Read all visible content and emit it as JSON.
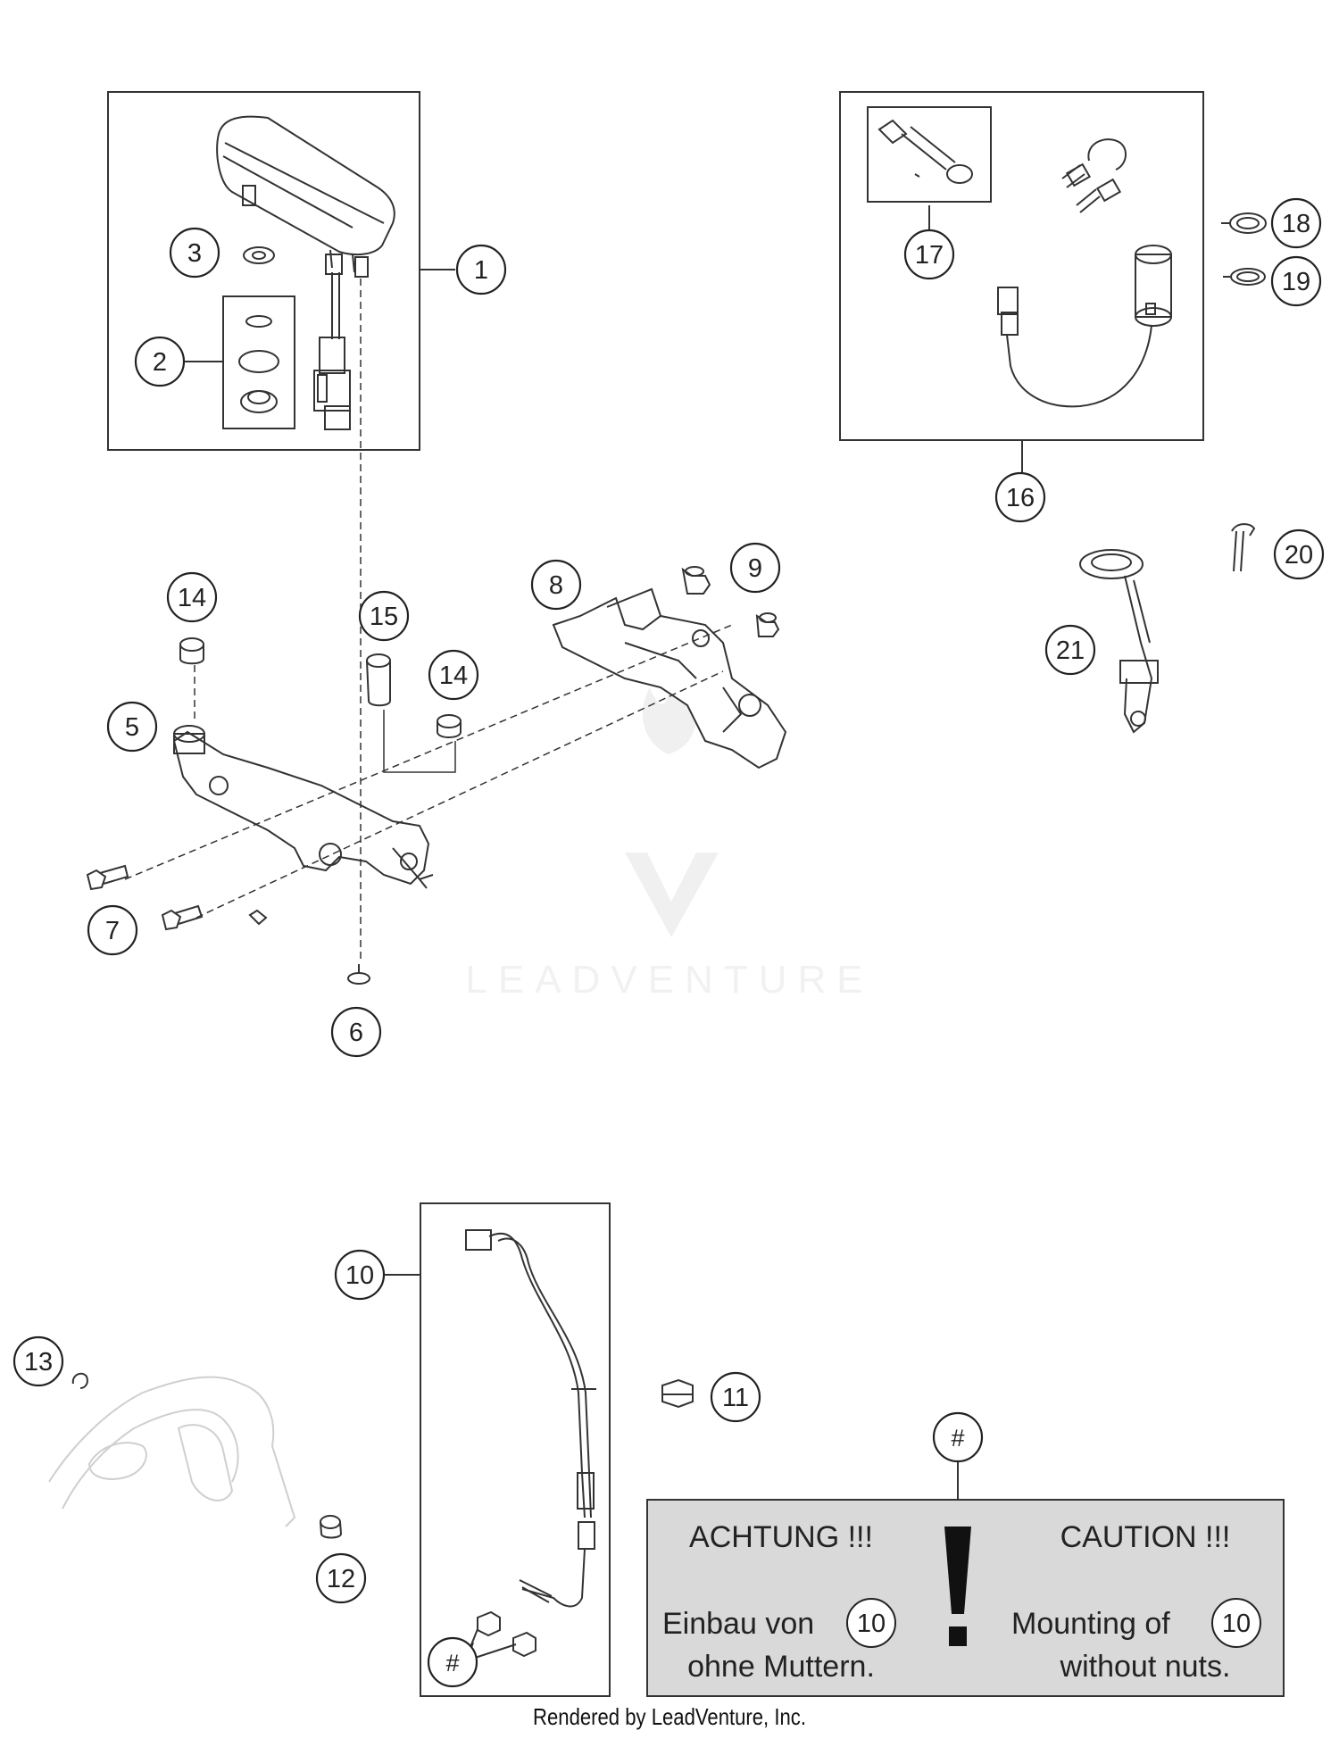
{
  "callouts": {
    "c1": "1",
    "c2": "2",
    "c3": "3",
    "c5": "5",
    "c6": "6",
    "c7": "7",
    "c8": "8",
    "c9": "9",
    "c10": "10",
    "c11": "11",
    "c12": "12",
    "c13": "13",
    "c14a": "14",
    "c14b": "14",
    "c15": "15",
    "c16": "16",
    "c17": "17",
    "c18": "18",
    "c19": "19",
    "c20": "20",
    "c21": "21",
    "hash_top": "#",
    "hash_bottom": "#"
  },
  "caution_box": {
    "left_title": "ACHTUNG !!!",
    "right_title": "CAUTION !!!",
    "left_line1": "Einbau von",
    "left_ref": "10",
    "left_line2": "ohne Muttern.",
    "right_line1": "Mounting of",
    "right_ref": "10",
    "right_line2": "without nuts.",
    "exclamation": "!"
  },
  "watermark": {
    "text": "LEADVENTURE"
  },
  "footer": {
    "text": "Rendered by LeadVenture, Inc."
  },
  "colors": {
    "line": "#333333",
    "caution_bg": "#d9d9d9",
    "watermark": "#e8e8e8"
  }
}
